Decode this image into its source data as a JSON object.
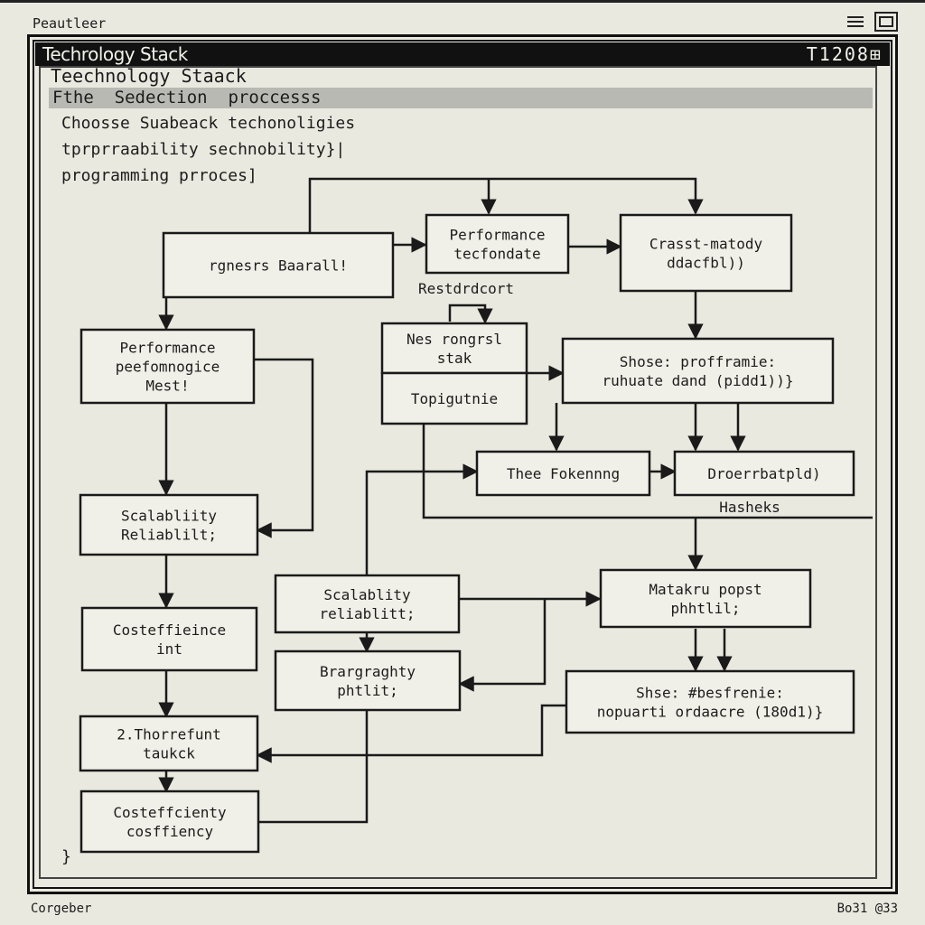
{
  "app": {
    "name": "Peautleer"
  },
  "window": {
    "title": "Techrology Stack",
    "code": "T1208⊞"
  },
  "header": {
    "heading": "Teechnology Staack",
    "section": "Fthe  Sedection  proccesss",
    "intro": [
      "Choosse Suabeack techonoligies",
      "tprprraability sechnobility}|",
      "programming prroces]"
    ],
    "closing": "}"
  },
  "diagram": {
    "nodes": [
      {
        "id": "n1",
        "lines": [
          "rgnesrs Baarall!"
        ]
      },
      {
        "id": "n2",
        "lines": [
          "Performance",
          "tecfondate"
        ]
      },
      {
        "id": "n3",
        "lines": [
          "Crasst-matody",
          "ddacfbl))"
        ]
      },
      {
        "id": "n4",
        "lines": [
          "Performance",
          "peefomnogice",
          "Mest!"
        ]
      },
      {
        "id": "n5",
        "lines": [
          "Nes rongrsl",
          "stak"
        ]
      },
      {
        "id": "n5b",
        "lines": [
          "Topigutnie"
        ]
      },
      {
        "id": "n6",
        "lines": [
          "Shose: profframie:",
          "ruhuate  dand (pidd1))}"
        ]
      },
      {
        "id": "n7",
        "lines": [
          "Thee Fokennng"
        ]
      },
      {
        "id": "n8",
        "lines": [
          "Droerrbatpld)"
        ]
      },
      {
        "id": "n9",
        "lines": [
          "Scalabliity",
          "Reliablilt;"
        ]
      },
      {
        "id": "n10",
        "lines": [
          "Scalablity",
          "reliablitt;"
        ]
      },
      {
        "id": "n11",
        "lines": [
          "Matakru popst",
          "phhtlil;"
        ]
      },
      {
        "id": "n12",
        "lines": [
          "Costeffieince",
          "int"
        ]
      },
      {
        "id": "n13",
        "lines": [
          "Brargraghty",
          "phtlit;"
        ]
      },
      {
        "id": "n14",
        "lines": [
          "Shse: #besfrenie:",
          "nopuarti ordaacre  (180d1)}"
        ]
      },
      {
        "id": "n15",
        "lines": [
          "2.Thorrefunt",
          "taukck"
        ]
      },
      {
        "id": "n16",
        "lines": [
          "Costeffcienty",
          "cosffiency"
        ]
      }
    ],
    "labels": [
      {
        "id": "l1",
        "text": "Restdrdcort"
      },
      {
        "id": "l2",
        "text": "Hasheks"
      }
    ]
  },
  "footer": {
    "left": "Corgeber",
    "right": "Bo31 @33"
  }
}
